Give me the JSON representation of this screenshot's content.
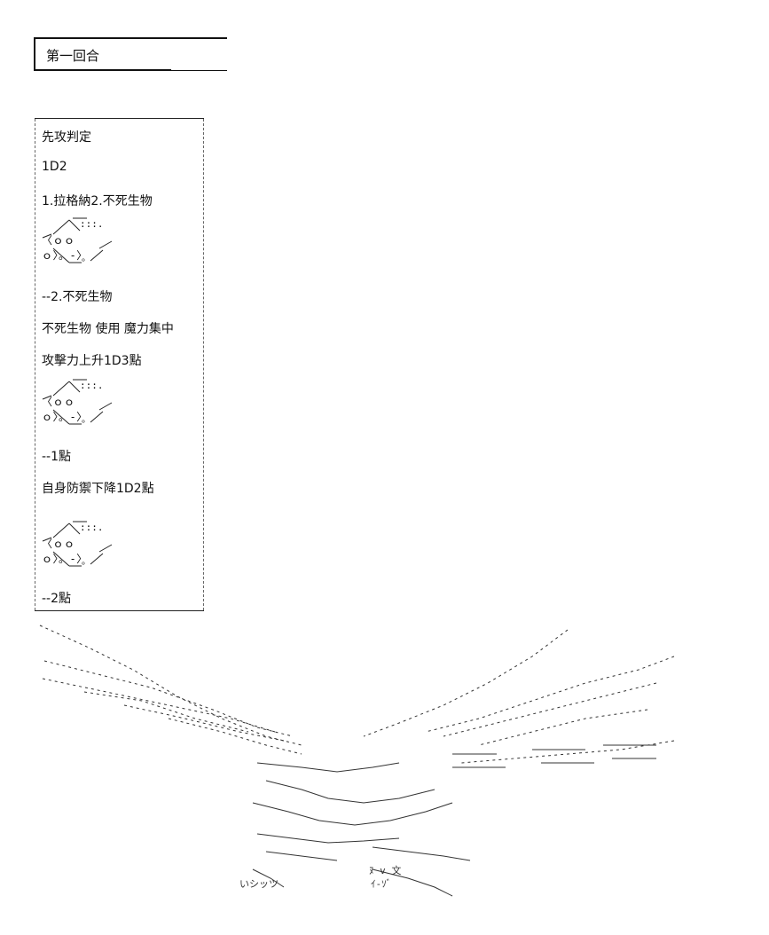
{
  "heading": {
    "text": "第一回合"
  },
  "result": {
    "lines": [
      "先攻判定",
      "1D2",
      "1.拉格納2.不死生物",
      "--2.不死生物",
      "不死生物 使用 魔力集中",
      "攻擊力上升1D3點",
      "--1點",
      "自身防禦下降1D2點",
      "--2點"
    ],
    "die": {
      "dots": "ｏｏｏ",
      "colons": ":::.",
      "small": "。"
    }
  },
  "art": {
    "icon": "wing-creature-ascii-art"
  }
}
